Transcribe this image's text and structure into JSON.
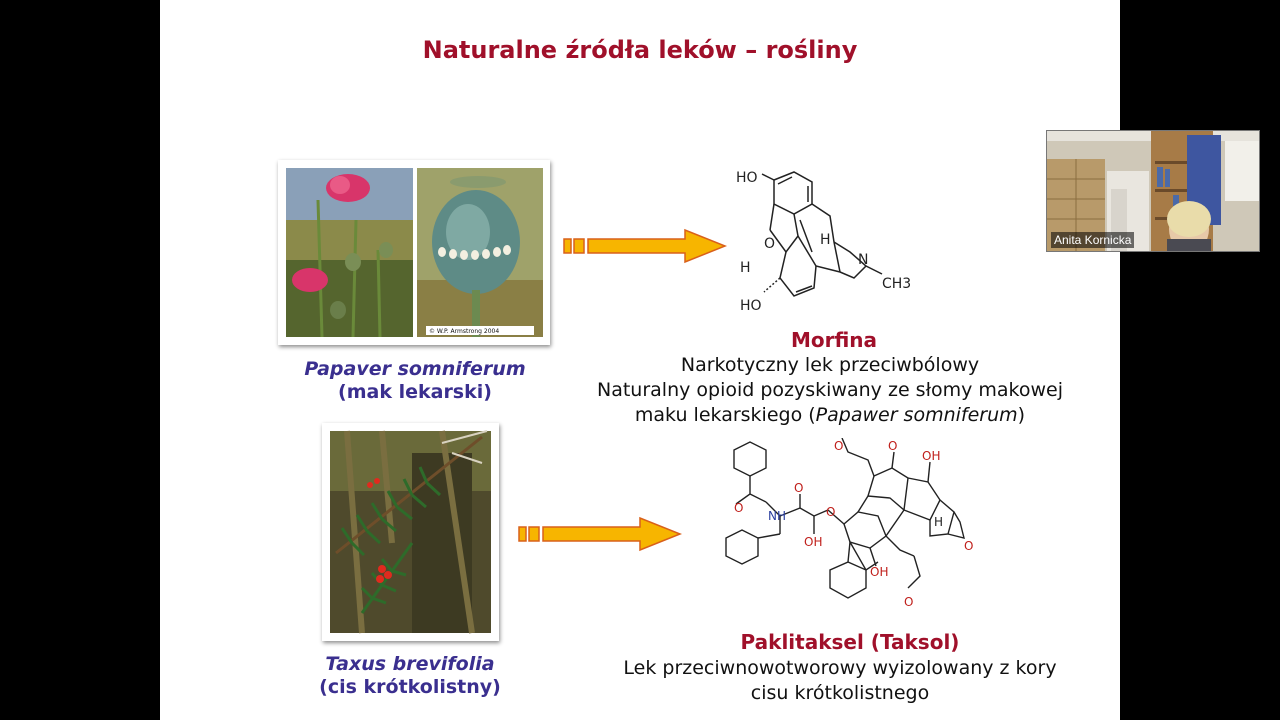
{
  "slide": {
    "title": "Naturalne źródła leków – rośliny",
    "row1": {
      "photo_watermark": "© W.P. Armstrong 2004",
      "species_latin": "Papaver somniferum",
      "species_common": "(mak lekarski)",
      "chem_labels": {
        "ho_top": "HO",
        "o_ring": "O",
        "h_left": "H",
        "h_top": "H",
        "n": "N",
        "ch3": "CH3",
        "ho_bottom": "HO"
      },
      "drug_name": "Morfina",
      "desc_line1": "Narkotyczny lek przeciwbólowy",
      "desc_line2": "Naturalny opioid pozyskiwany ze słomy makowej",
      "desc_line3_pre": "maku lekarskiego (",
      "desc_line3_italic": "Papawer somniferum",
      "desc_line3_post": ")"
    },
    "row2": {
      "species_latin": "Taxus brevifolia",
      "species_common": "(cis krótkolistny)",
      "chem_labels": {
        "o1": "O",
        "o2": "O",
        "o3": "O",
        "nh": "NH",
        "oh1": "OH",
        "oh2": "OH",
        "oh3": "OH",
        "h": "H",
        "o4": "O",
        "o5": "O",
        "o6": "O",
        "o7": "O"
      },
      "drug_name": "Paklitaksel (Taksol)",
      "desc_line1": "Lek przeciwnowotworowy wyizolowany z kory",
      "desc_line2": "cisu krótkolistnego"
    }
  },
  "video": {
    "participant_name": "Anita Kornicka"
  },
  "colors": {
    "title": "#a0102a",
    "species": "#3a2f8f",
    "arrow_fill": "#f7b500",
    "arrow_stroke": "#d9601a",
    "oxygen": "#c0201c",
    "nitrogen": "#2a3fa0"
  }
}
